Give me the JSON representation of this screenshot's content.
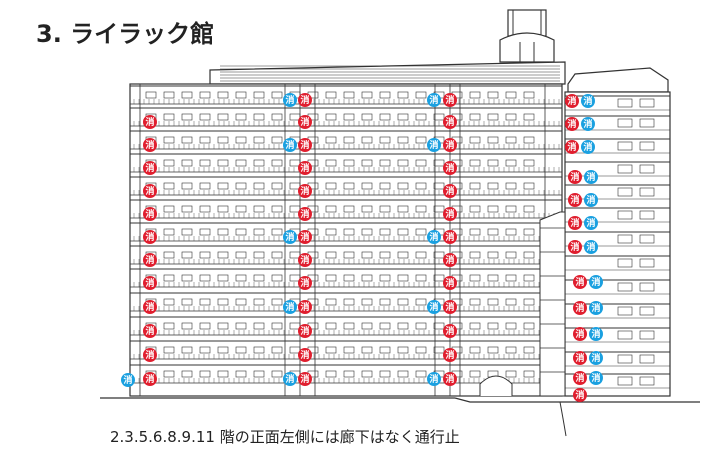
{
  "title": "3. ライラック館",
  "caption": "2.3.5.6.8.9.11 階の正面左側には廊下はなく通行止",
  "badge_label": "消",
  "colors": {
    "red": "#e01e2e",
    "blue": "#1aa0e0",
    "line": "#333333"
  }
}
